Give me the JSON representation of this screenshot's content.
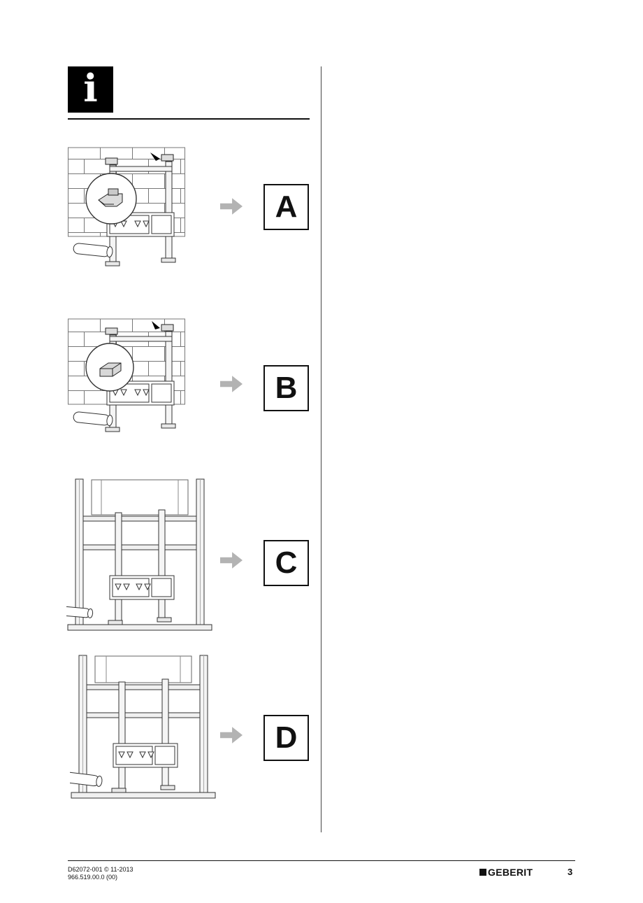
{
  "info_symbol": "i",
  "steps": [
    {
      "label": "A"
    },
    {
      "label": "B"
    },
    {
      "label": "C"
    },
    {
      "label": "D"
    }
  ],
  "footer": {
    "doc_code": "D62072-001 © 11-2013",
    "ref_code": "966.519.00.0 (00)",
    "brand": "GEBERIT",
    "page_number": "3"
  },
  "colors": {
    "arrow_gray": "#b3b3b3",
    "line_dark": "#333333",
    "ink": "#111111"
  }
}
